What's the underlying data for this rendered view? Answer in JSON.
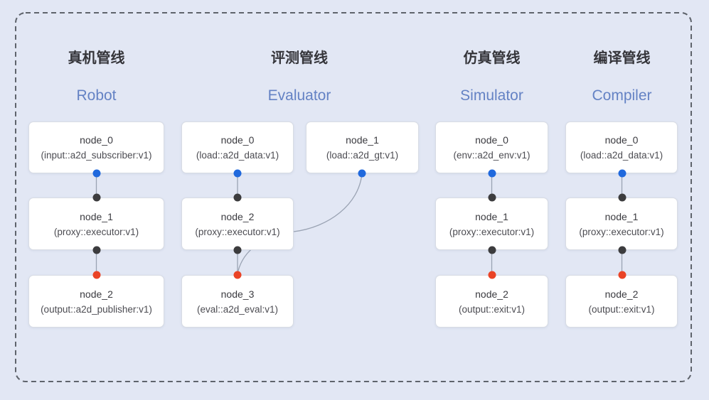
{
  "diagram": {
    "pipelines": [
      {
        "key": "robot",
        "title_zh": "真机管线",
        "title_en": "Robot",
        "nodes": [
          {
            "name": "node_0",
            "type": "(input::a2d_subscriber:v1)"
          },
          {
            "name": "node_1",
            "type": "(proxy::executor:v1)"
          },
          {
            "name": "node_2",
            "type": "(output::a2d_publisher:v1)"
          }
        ]
      },
      {
        "key": "evaluator",
        "title_zh": "评测管线",
        "title_en": "Evaluator",
        "nodes": [
          {
            "name": "node_0",
            "type": "(load::a2d_data:v1)"
          },
          {
            "name": "node_1",
            "type": "(load::a2d_gt:v1)"
          },
          {
            "name": "node_2",
            "type": "(proxy::executor:v1)"
          },
          {
            "name": "node_3",
            "type": "(eval::a2d_eval:v1)"
          }
        ]
      },
      {
        "key": "simulator",
        "title_zh": "仿真管线",
        "title_en": "Simulator",
        "nodes": [
          {
            "name": "node_0",
            "type": "(env::a2d_env:v1)"
          },
          {
            "name": "node_1",
            "type": "(proxy::executor:v1)"
          },
          {
            "name": "node_2",
            "type": "(output::exit:v1)"
          }
        ]
      },
      {
        "key": "compiler",
        "title_zh": "编译管线",
        "title_en": "Compiler",
        "nodes": [
          {
            "name": "node_0",
            "type": "(load::a2d_data:v1)"
          },
          {
            "name": "node_1",
            "type": "(proxy::executor:v1)"
          },
          {
            "name": "node_2",
            "type": "(output::exit:v1)"
          }
        ]
      }
    ],
    "colors": {
      "background": "#e2e7f4",
      "frame_dash": "#5f646c",
      "node_bg": "#ffffff",
      "node_border": "#d8dce4",
      "port_source_blue": "#2069dd",
      "port_proxy_black": "#3c3c3e",
      "port_sink_red": "#ea4326",
      "connector_line": "#9aa3b3",
      "title_zh_color": "#35353a",
      "title_en_color": "#6482c4"
    }
  }
}
